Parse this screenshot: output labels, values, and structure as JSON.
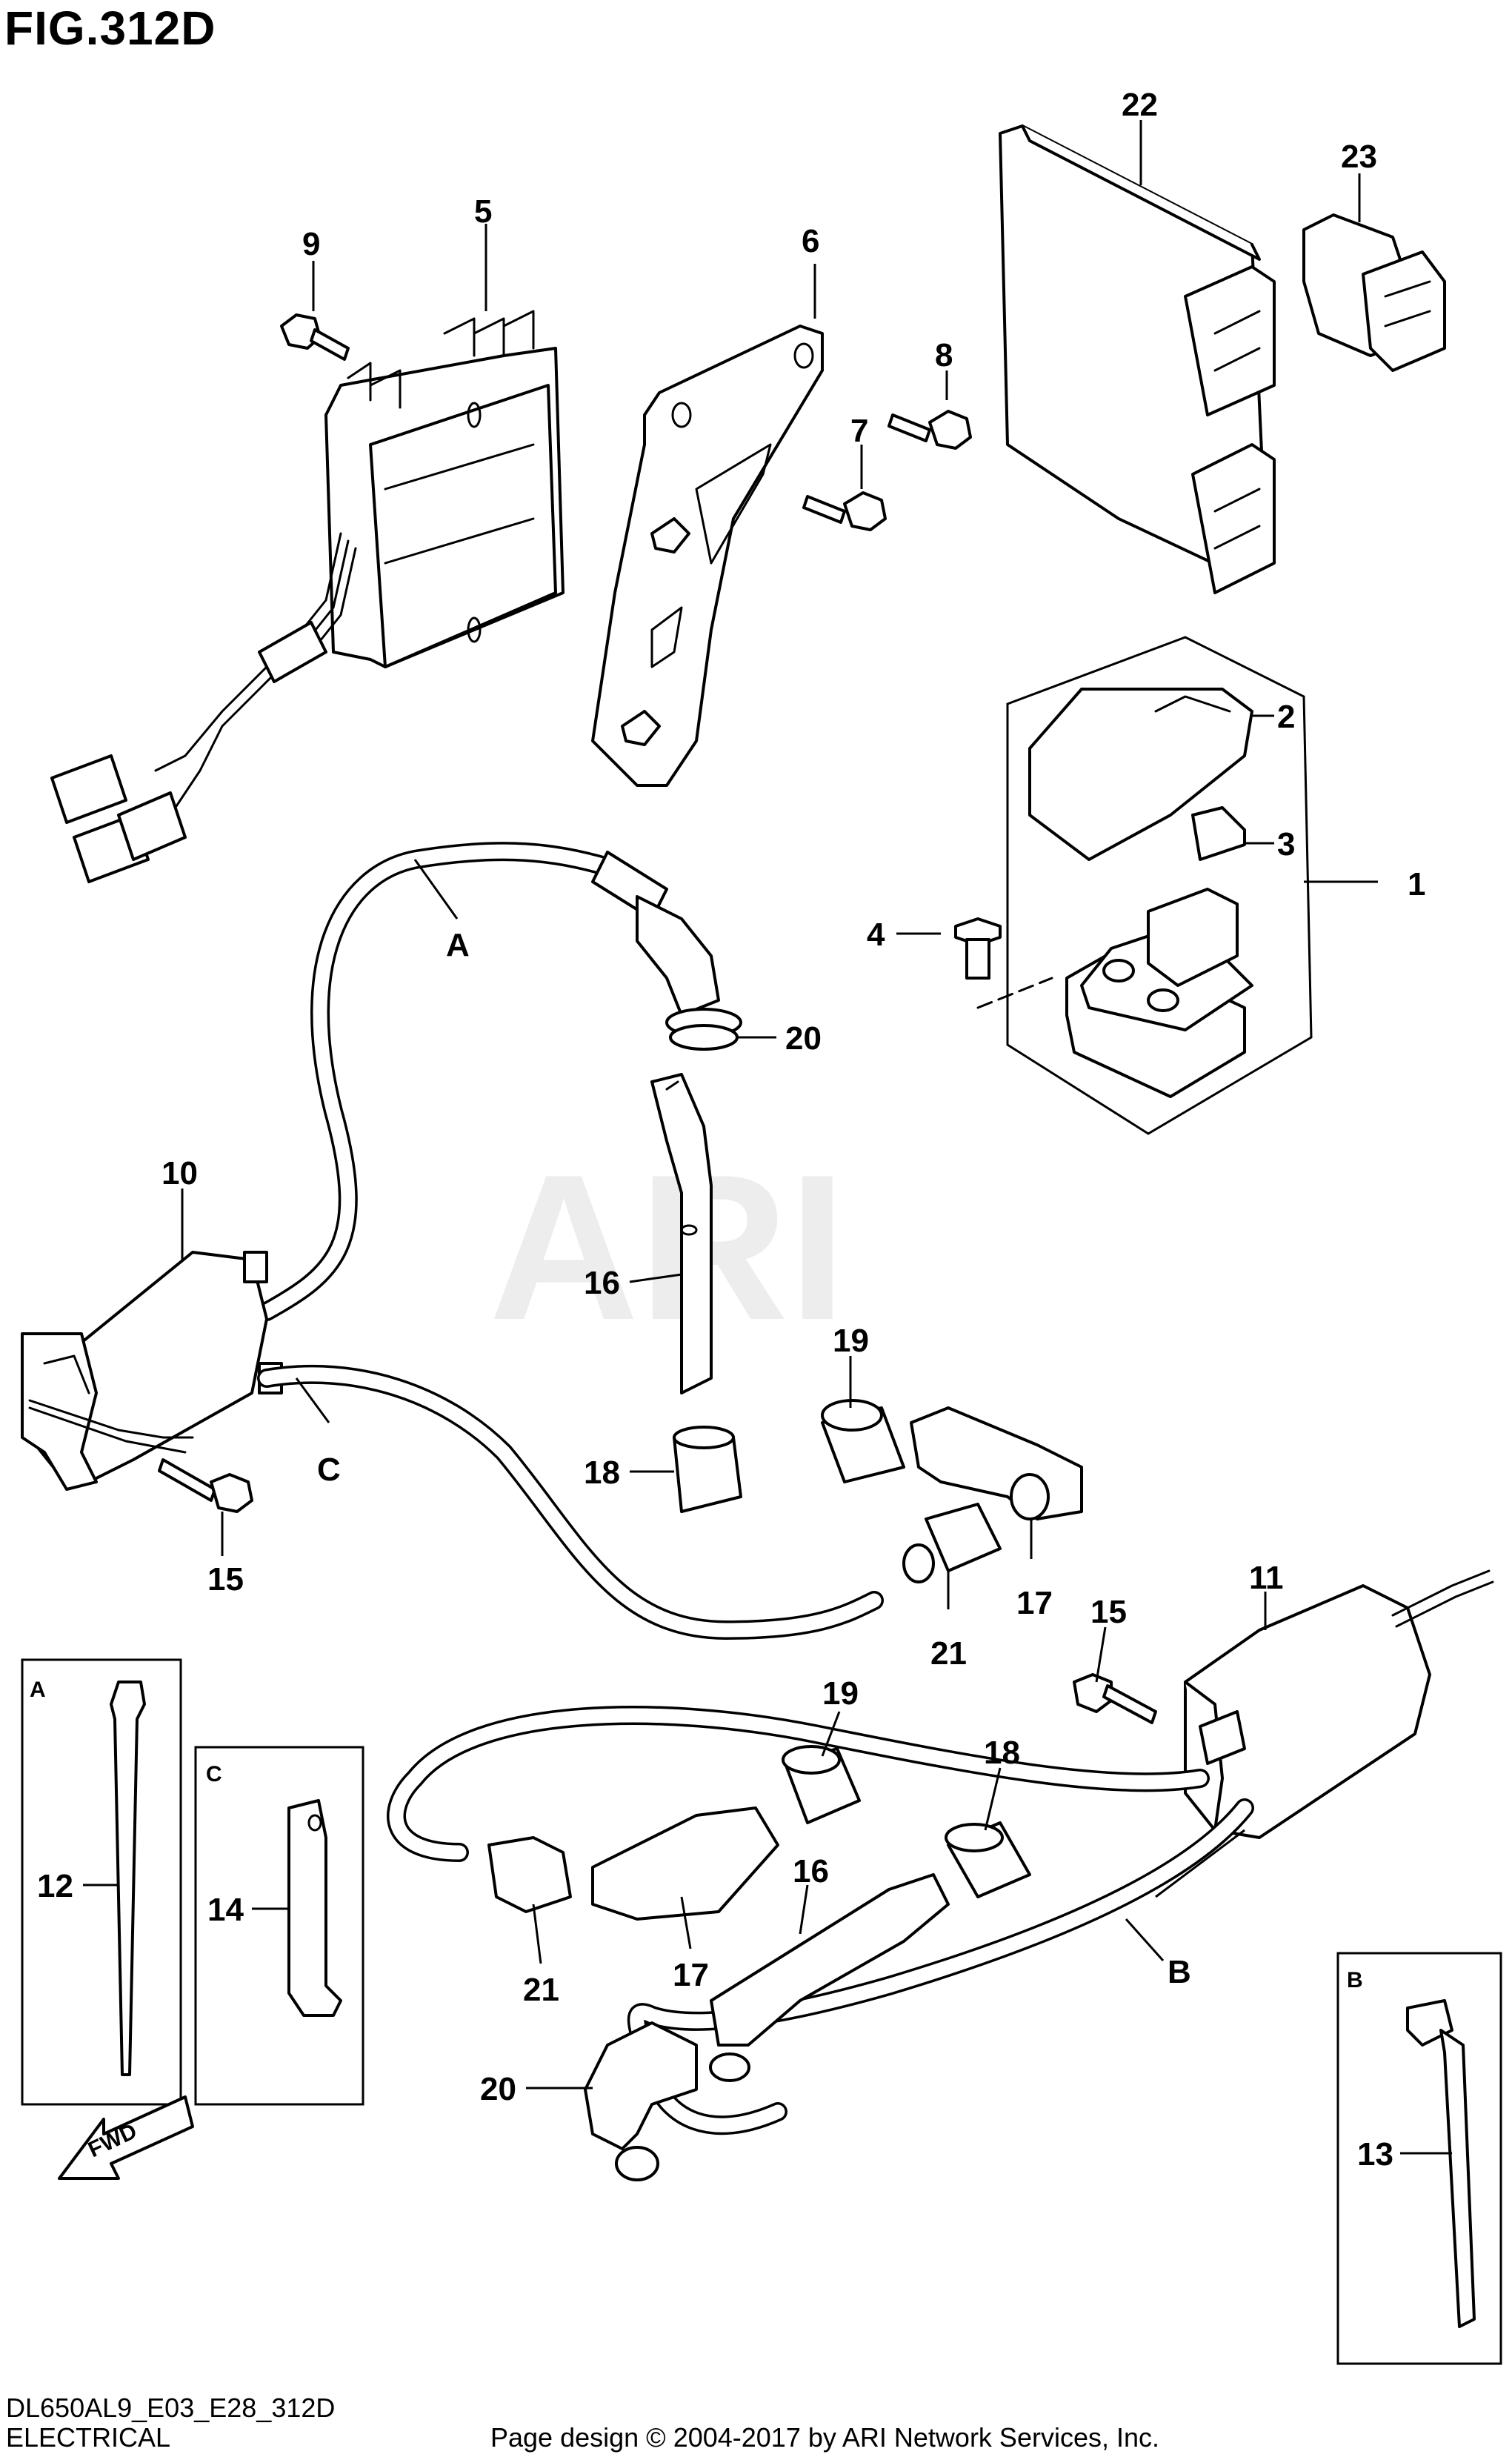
{
  "figure_title": "FIG.312D",
  "footer": {
    "model_code": "DL650AL9_E03_E28_312D",
    "section": "ELECTRICAL",
    "copyright": "Page design © 2004-2017 by ARI Network Services, Inc."
  },
  "watermark": "ARI",
  "direction_arrow": "FWD",
  "callouts": {
    "c1": "1",
    "c2": "2",
    "c3": "3",
    "c4": "4",
    "c5": "5",
    "c6": "6",
    "c7": "7",
    "c8": "8",
    "c9": "9",
    "c10": "10",
    "c11": "11",
    "c12": "12",
    "c13": "13",
    "c14": "14",
    "c15a": "15",
    "c15b": "15",
    "c16a": "16",
    "c16b": "16",
    "c17a": "17",
    "c17b": "17",
    "c18a": "18",
    "c18b": "18",
    "c19a": "19",
    "c19b": "19",
    "c20a": "20",
    "c20b": "20",
    "c21a": "21",
    "c21b": "21",
    "c22": "22",
    "c23": "23",
    "ref_a": "A",
    "ref_b": "B",
    "ref_c": "C"
  },
  "insets": {
    "a_label": "A",
    "b_label": "B",
    "c_label": "C"
  }
}
